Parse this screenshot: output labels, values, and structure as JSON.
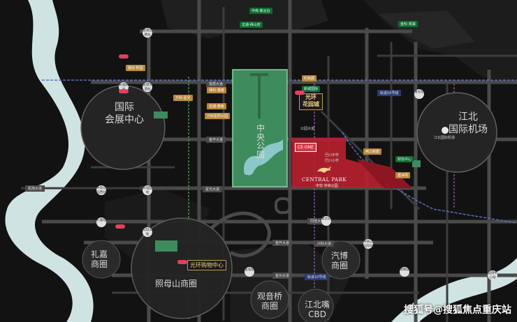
{
  "districts": {
    "expo": "国际\n会展中心",
    "airport": "江北\n国际机场",
    "lijia": "礼嘉\n商圈",
    "zhaomushan": "照母山商圈",
    "qibo": "汽博\n商圈",
    "guanyinqiao": "观音桥\n商圈",
    "jiangbeizui": "江北嘴\nCBD"
  },
  "park": "中\n央\n公\n园",
  "project": {
    "name_en": "CENTRAL PARK",
    "name_cn": "中交·中央公园",
    "logo": "CE ONE",
    "callout": "光环\n花园城"
  },
  "labels": {
    "airport_sub": "江北国际机场",
    "guanghuan_mall": "光环购物中心",
    "park_road": "公园大道",
    "wanke": "万科星辰公园",
    "school1": "巴川中学",
    "school2": "巴川小学",
    "metro10": "轨道10号线",
    "metro10b": "轨道10号线"
  },
  "roads": [
    "悦居大道",
    "金开大道",
    "星光大道",
    "同茂大道",
    "兴科大道",
    "金开大道",
    "金州大道",
    "机场大道"
  ],
  "stations": [
    "悦港北路站",
    "悦港大道站",
    "光电园站",
    "中央公园东站",
    "中央公园西站",
    "礼嘉站",
    "照母山站",
    "金渝站",
    "鸳鸯站",
    "重光站",
    "园博中心站",
    "翠云站",
    "长福路站"
  ],
  "tags": [
    "中南·紫云台",
    "龙湖·舜山府",
    "金科·观澜",
    "融创·熙园",
    "保利·观塘",
    "龙湖·春森",
    "万科·星光",
    "约克郡",
    "新城国际",
    "两江新宸",
    "财信中心",
    "葛洲坝"
  ],
  "watermark": "搜狐号@搜狐焦点重庆站"
}
